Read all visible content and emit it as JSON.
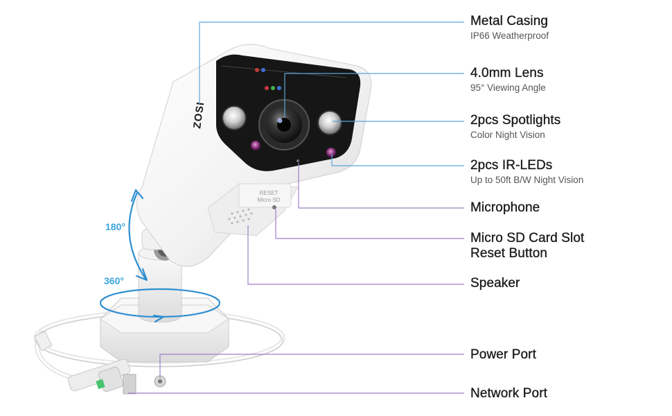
{
  "colors": {
    "leader_blue": "#5aa5d6",
    "leader_purple": "#9d7fc7",
    "angle_text": "#3aa6dd",
    "camera_body": "#f4f4f4",
    "camera_face": "#151515"
  },
  "brand": "ZOSI",
  "housing_text": {
    "reset": "RESET",
    "microsd": "Micro SD"
  },
  "angles": {
    "tilt": "180°",
    "pan": "360°"
  },
  "features": [
    {
      "title": "Metal Casing",
      "subtitle": "IP66 Weatherproof"
    },
    {
      "title": "4.0mm Lens",
      "subtitle": "95° Viewing Angle"
    },
    {
      "title": "2pcs Spotlights",
      "subtitle": "Color Night Vision"
    },
    {
      "title": "2pcs IR-LEDs",
      "subtitle": "Up to 50ft B/W Night Vision"
    },
    {
      "title": "Microphone",
      "subtitle": ""
    },
    {
      "title": "Micro SD Card Slot",
      "title2": "Reset Button",
      "subtitle": ""
    },
    {
      "title": "Speaker",
      "subtitle": ""
    },
    {
      "title": "Power Port",
      "subtitle": ""
    },
    {
      "title": "Network Port",
      "subtitle": ""
    }
  ]
}
